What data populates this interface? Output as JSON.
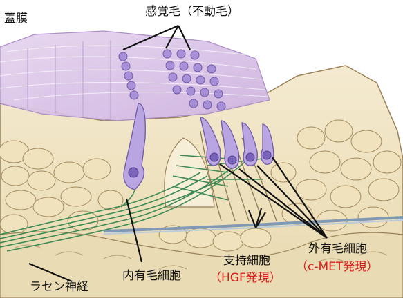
{
  "labels": {
    "tectorial": "蓋膜",
    "stereocilia": "感覚毛（不動毛）",
    "inner_hair_cell": "内有毛細胞",
    "spiral_nerve": "ラセン神経",
    "supporting_cells": "支持細胞",
    "supporting_marker": "（HGF発現）",
    "outer_hair_cells": "外有毛細胞",
    "outer_marker": "（c-MET発現）"
  },
  "colors": {
    "membrane": "#d9c3e6",
    "tissue": "#f1e6c4",
    "cell_outline": "#9a8157",
    "hair_cell": "#a890d8",
    "nerve": "#3c8a55",
    "basilar": "#8fa6bd",
    "label_red": "#d81c1c"
  }
}
